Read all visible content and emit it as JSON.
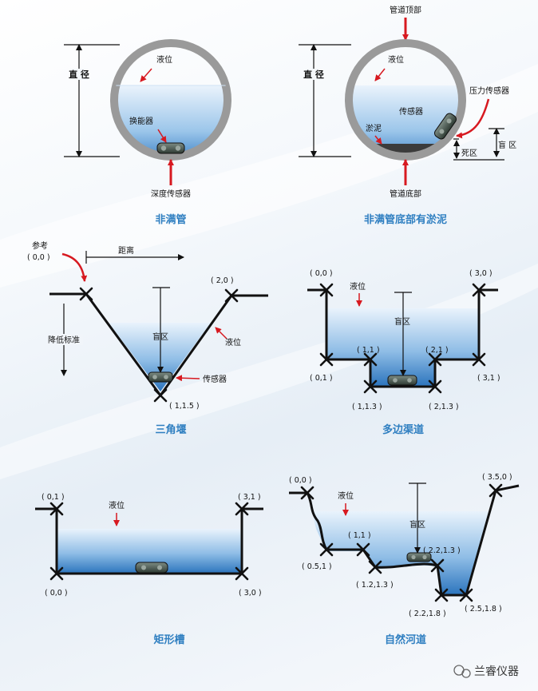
{
  "panels": {
    "full_pipe": {
      "caption": "非满管",
      "diameter": "直 径",
      "level": "液位",
      "transducer": "换能器",
      "depth_sensor": "深度传感器"
    },
    "sludge_pipe": {
      "caption": "非满管底部有淤泥",
      "diameter": "直 径",
      "pipe_top": "管道顶部",
      "pipe_bottom": "管道底部",
      "level": "液位",
      "sensor": "传感器",
      "pressure_sensor": "压力传感器",
      "sludge": "淤泥",
      "blind_zone": "盲 区",
      "dead_zone": "死区"
    },
    "v_weir": {
      "caption": "三角堰",
      "reference": "参考",
      "ref_coord": "( 0,0 )",
      "distance": "距离",
      "lower_level": "降低标准",
      "blind": "盲区",
      "level": "液位",
      "sensor": "传感器",
      "p_top_right": "( 2,0 )",
      "p_bottom": "( 1,1.5 )"
    },
    "poly_channel": {
      "caption": "多边渠道",
      "level": "液位",
      "blind": "盲区",
      "p00": "( 0,0 )",
      "p30": "( 3,0 )",
      "p01": "( 0,1 )",
      "p31": "( 3,1 )",
      "p11": "( 1,1 )",
      "p21": "( 2,1 )",
      "p113": "( 1,1.3 )",
      "p213": "( 2,1.3 )"
    },
    "rect_channel": {
      "caption": "矩形槽",
      "level": "液位",
      "p01": "( 0,1 )",
      "p31": "( 3,1 )",
      "p00": "( 0,0 )",
      "p30": "( 3,0 )"
    },
    "natural_river": {
      "caption": "自然河道",
      "level": "液位",
      "blind": "盲区",
      "p00": "( 0,0 )",
      "p350": "( 3.5,0 )",
      "p11": "( 1,1 )",
      "p051": "( 0.5,1 )",
      "p1213": "( 1.2,1.3 )",
      "p2213": "( 2.2,1.3 )",
      "p2218": "( 2.2,1.8 )",
      "p2518": "( 2.5,1.8 )"
    }
  },
  "watermark": "兰睿仪器",
  "colors": {
    "water_top": "#e6f1fb",
    "water_bottom": "#2f78c0",
    "accent_red": "#d71920",
    "caption_blue": "#2f7fc1"
  }
}
